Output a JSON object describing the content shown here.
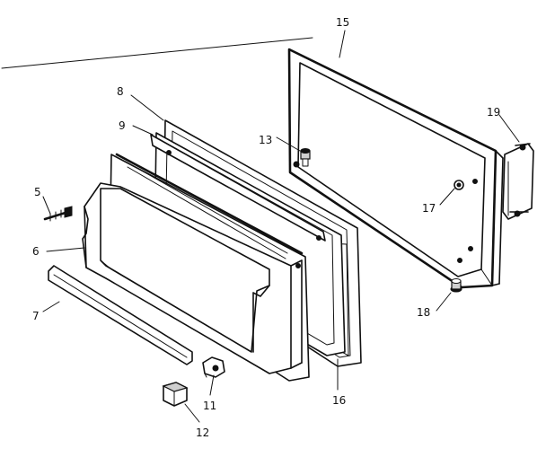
{
  "diagram": {
    "type": "exploded-parts-diagram",
    "callouts": [
      {
        "id": "p15",
        "label": "15"
      },
      {
        "id": "p8",
        "label": "8"
      },
      {
        "id": "p9",
        "label": "9"
      },
      {
        "id": "p13",
        "label": "13"
      },
      {
        "id": "p19",
        "label": "19"
      },
      {
        "id": "p5",
        "label": "5"
      },
      {
        "id": "p17",
        "label": "17"
      },
      {
        "id": "p6",
        "label": "6"
      },
      {
        "id": "p7",
        "label": "7"
      },
      {
        "id": "p18",
        "label": "18"
      },
      {
        "id": "p16",
        "label": "16"
      },
      {
        "id": "p11",
        "label": "11"
      },
      {
        "id": "p12",
        "label": "12"
      }
    ]
  }
}
